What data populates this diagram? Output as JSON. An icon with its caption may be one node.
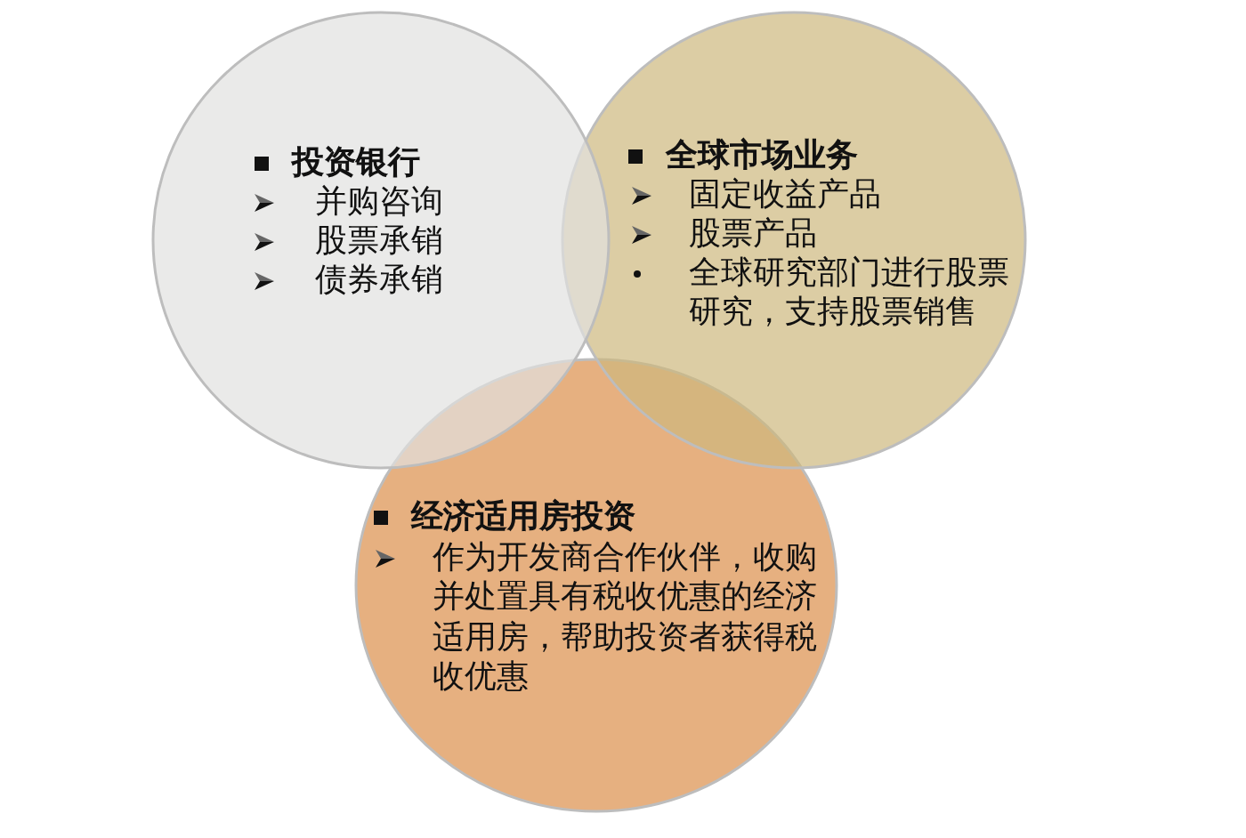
{
  "diagram": {
    "nodes": [
      {
        "text": [
          "投资银行",
          "并购咨询",
          "股票承销",
          "债券承销"
        ]
      },
      {
        "text": [
          "全球市场业务",
          "固定收益产品",
          "股票产品",
          "全球研究部门进行股票研究，支持股票销售"
        ]
      },
      {
        "text": [
          "经济适用房投资",
          "作为开发商合作伙伴，收购并处置具有税收优惠的经济适用房，帮助投资者获得税收优惠"
        ]
      }
    ]
  }
}
